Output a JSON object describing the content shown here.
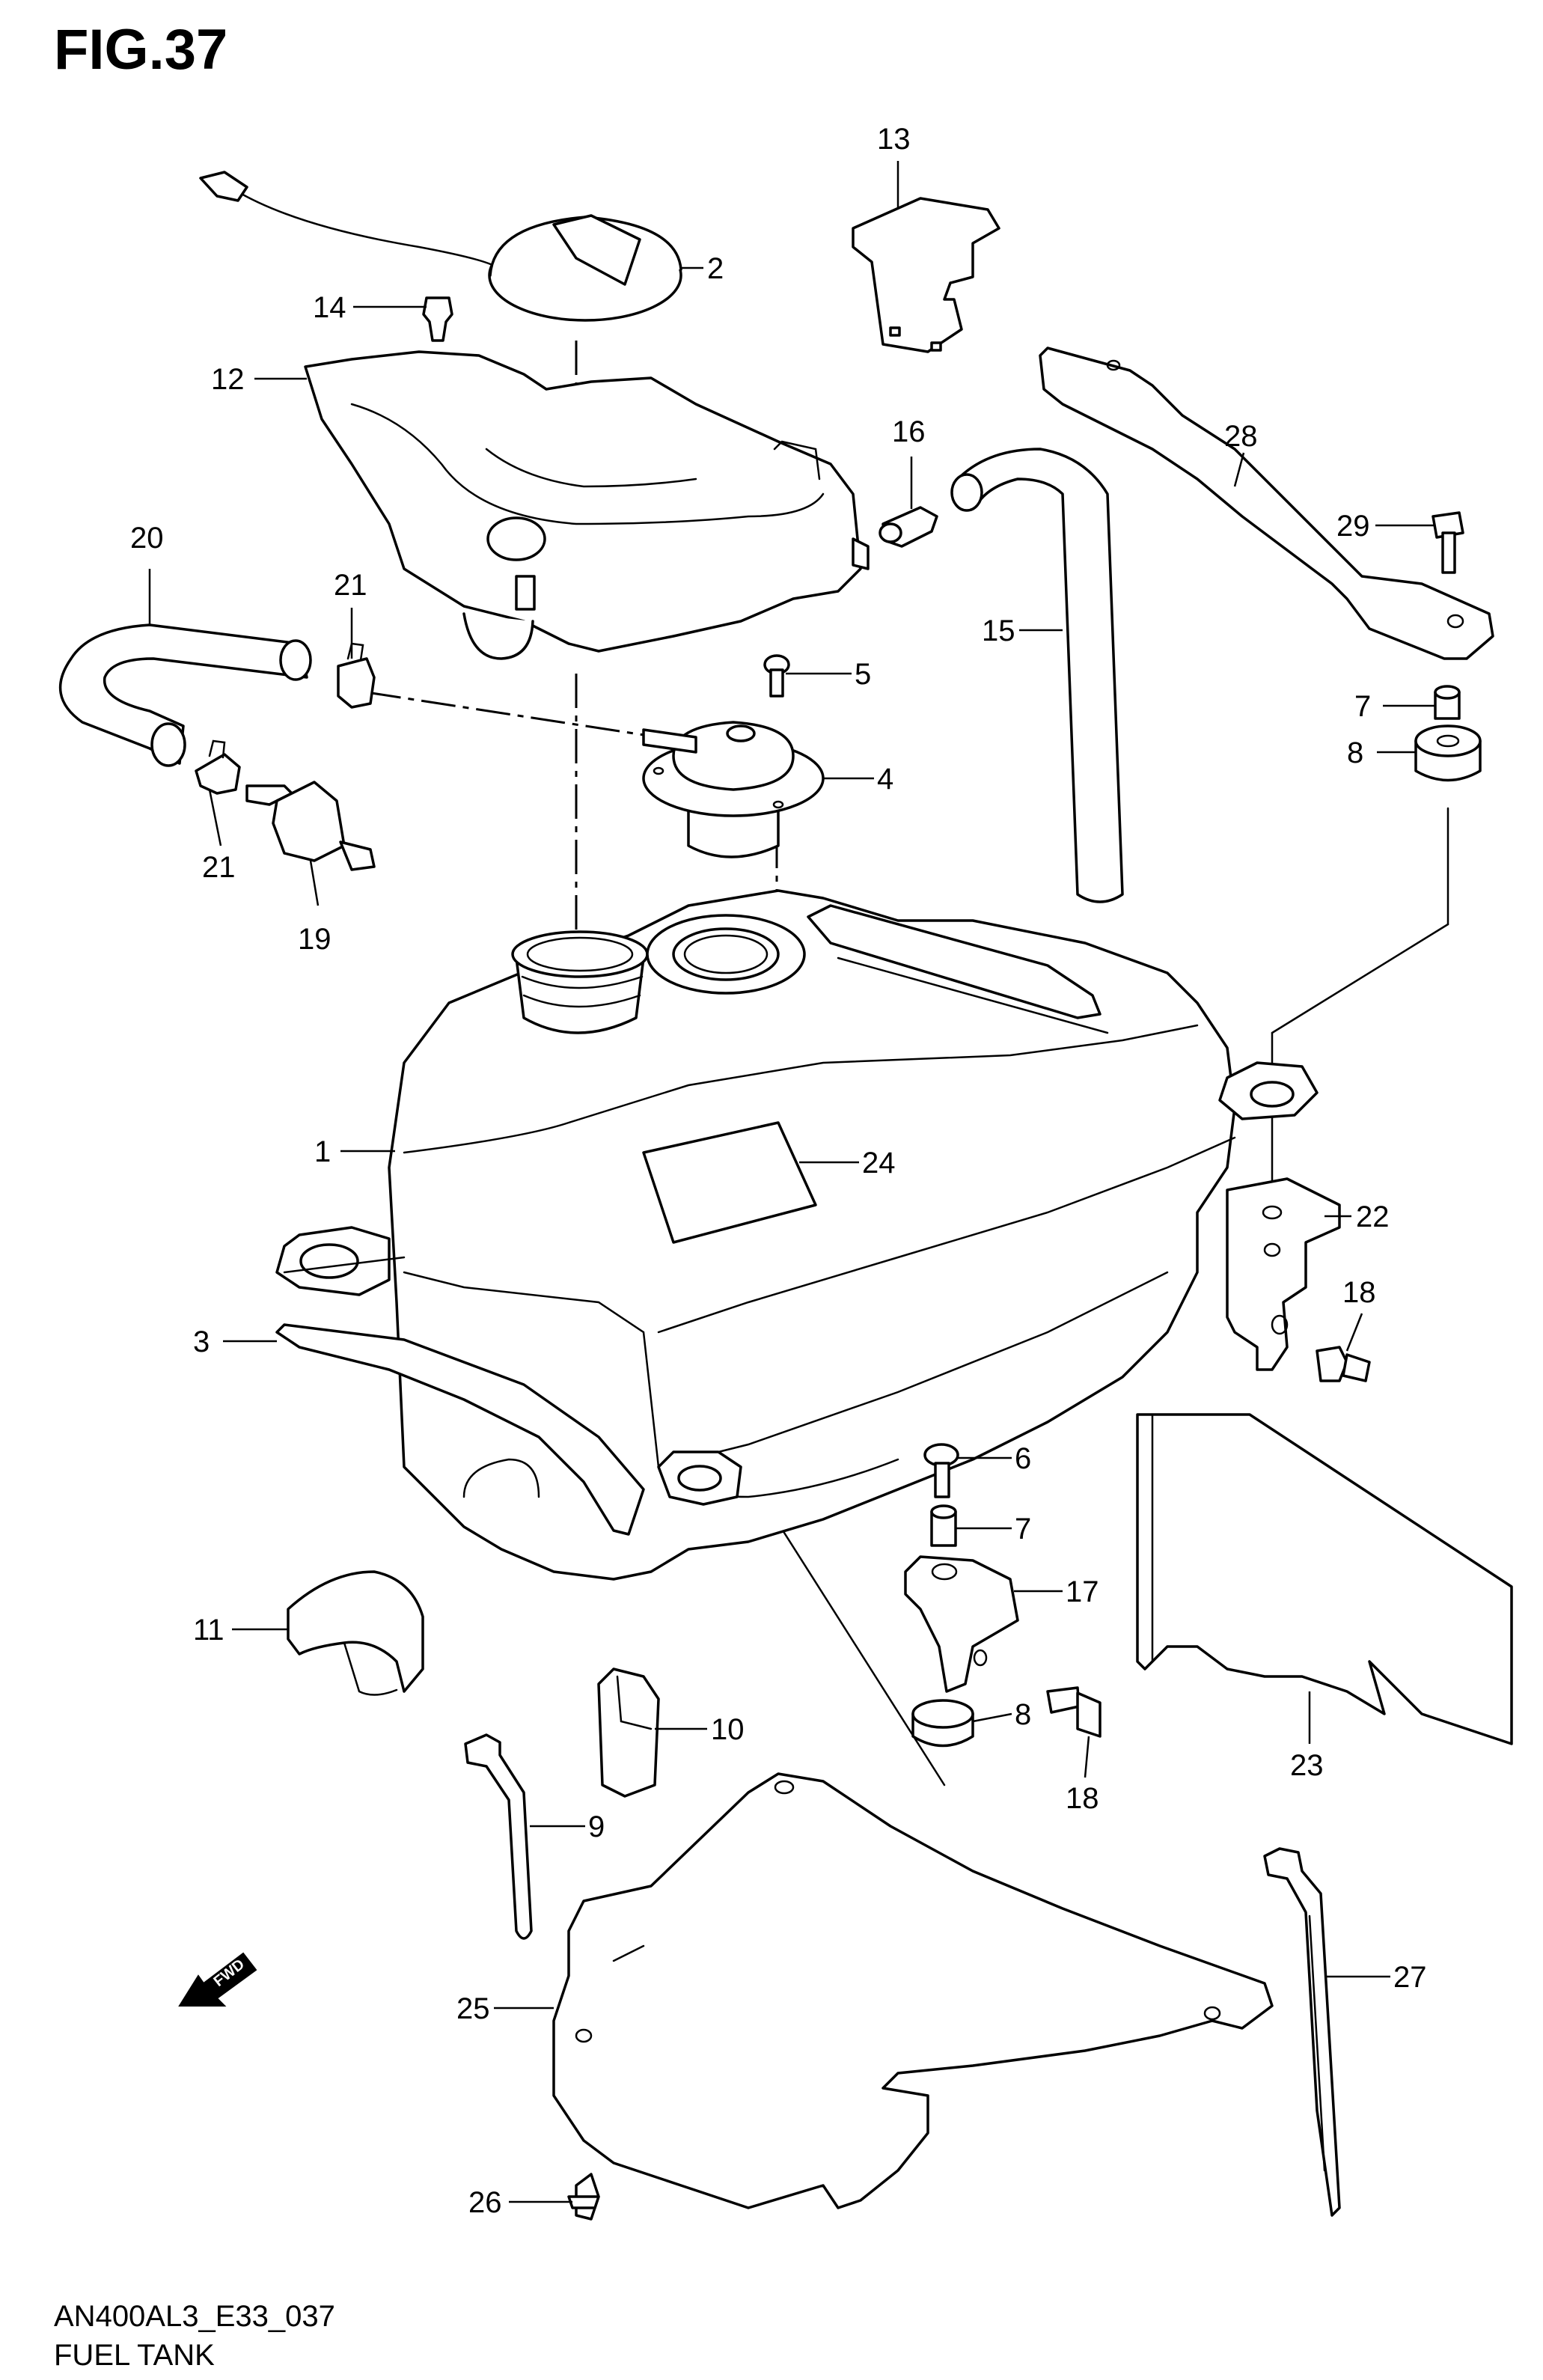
{
  "figure": {
    "title": "FIG.37",
    "code": "AN400AL3_E33_037",
    "name": "FUEL TANK",
    "fwd_label": "FWD"
  },
  "callouts": {
    "c1": "1",
    "c2": "2",
    "c3": "3",
    "c4": "4",
    "c5": "5",
    "c6": "6",
    "c7a": "7",
    "c7b": "7",
    "c8a": "8",
    "c8b": "8",
    "c9": "9",
    "c10": "10",
    "c11": "11",
    "c12": "12",
    "c13": "13",
    "c14": "14",
    "c15": "15",
    "c16": "16",
    "c17": "17",
    "c18a": "18",
    "c18b": "18",
    "c19": "19",
    "c20": "20",
    "c21a": "21",
    "c21b": "21",
    "c22": "22",
    "c23": "23",
    "c24": "24",
    "c25": "25",
    "c26": "26",
    "c27": "27",
    "c28": "28",
    "c29": "29"
  }
}
